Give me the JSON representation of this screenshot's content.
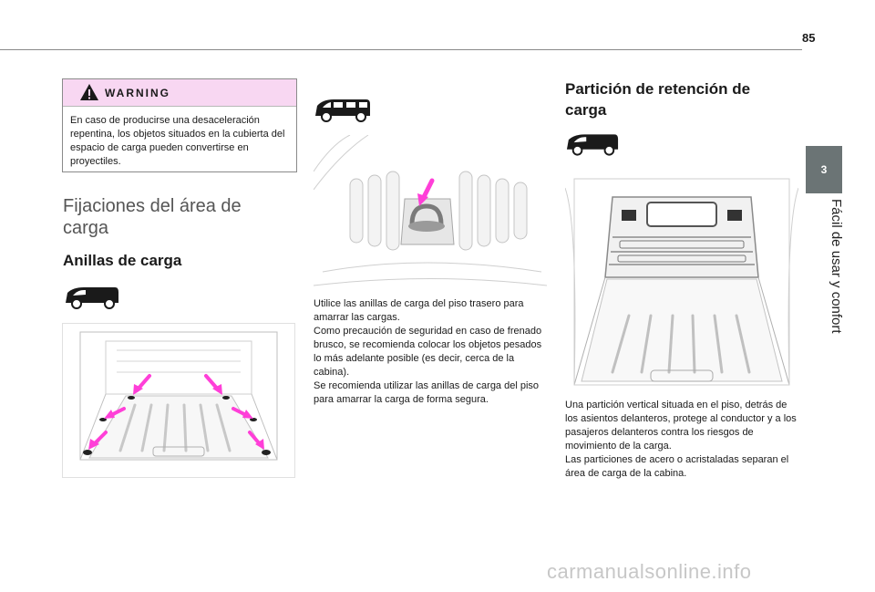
{
  "page_number": "85",
  "side_tab": {
    "number": "3",
    "label": "Fácil de usar y confort"
  },
  "warning": {
    "title": "WARNING",
    "text": "En caso de producirse una desaceleración repentina, los objetos situados en la cubierta del espacio de carga pueden convertirse en proyectiles."
  },
  "section_title": "Fijaciones del área de carga",
  "anillas_title": "Anillas de carga",
  "anillas_text": "Utilice las anillas de carga del piso trasero para amarrar las cargas.\nComo precaución de seguridad en caso de frenado brusco, se recomienda colocar los objetos pesados lo más adelante posible (es decir, cerca de la cabina).\nSe recomienda utilizar las anillas de carga del piso para amarrar la carga de forma segura.",
  "particion_title": "Partición de retención de carga",
  "particion_text": "Una partición vertical situada en el piso, detrás de los asientos delanteros, protege al conductor y a los pasajeros delanteros contra los riesgos de movimiento de la carga.\nLas particiones de acero o acristaladas separan el área de carga de la cabina.",
  "watermark": "carmanualsonline.info",
  "colors": {
    "warning_header": "#f8d7f2",
    "arrow": "#ff3fd8",
    "tab": "#6b7475"
  }
}
